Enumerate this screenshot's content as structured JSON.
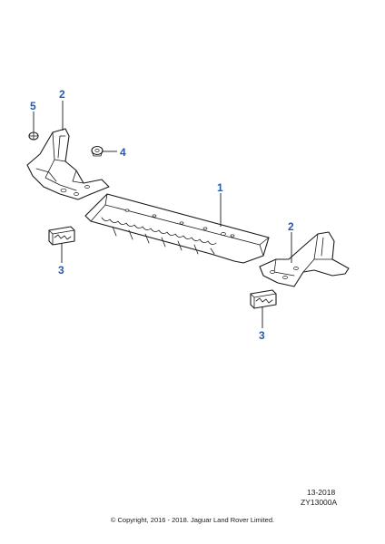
{
  "callouts": {
    "part_1": "1",
    "part_2_left": "2",
    "part_2_right": "2",
    "part_3_left": "3",
    "part_3_right": "3",
    "part_4": "4",
    "part_5": "5"
  },
  "reference": {
    "date": "13-2018",
    "code": "ZY13000A"
  },
  "copyright": "© Copyright, 2016 - 2018. Jaguar Land Rover Limited.",
  "colors": {
    "callout_color": "#2a5aa8",
    "line_color": "#1a1a1a"
  }
}
